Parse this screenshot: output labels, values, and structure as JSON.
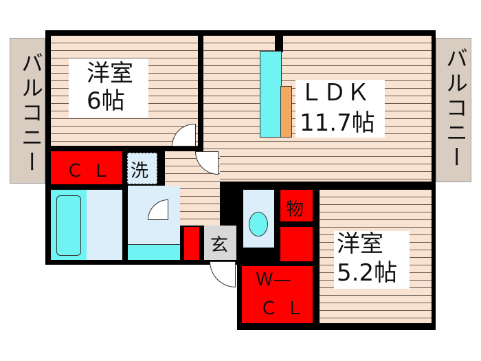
{
  "balcony_left": "バルコニー",
  "balcony_right": "バルコニー",
  "western_room_1": {
    "name": "洋室",
    "size": "6帖"
  },
  "ldk": {
    "name": "ＬＤＫ",
    "size": "11.7帖"
  },
  "closet": "ＣＬ",
  "washer": "洗",
  "storage": "物",
  "entrance": "玄",
  "walk_in_closet": {
    "line1": "W—",
    "line2": "ＣＬ"
  },
  "western_room_2": {
    "name": "洋室",
    "size": "5.2帖"
  }
}
